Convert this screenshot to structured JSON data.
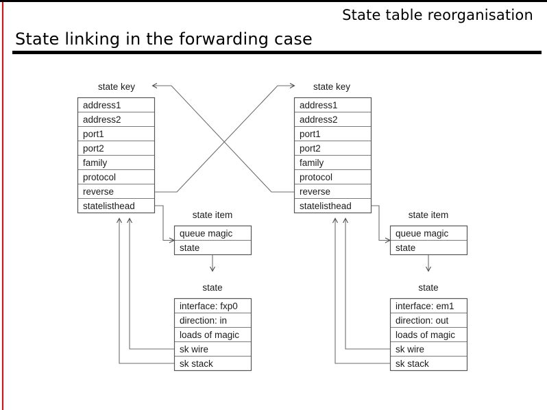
{
  "header": {
    "section_label": "State table reorganisation",
    "title": "State linking in the forwarding case"
  },
  "colors": {
    "accent_rule": "#ff0000",
    "title_rule": "#000000",
    "box_border": "#7a7a7a",
    "connector": "#6b6b6b",
    "text": "#1a1a1a",
    "background": "#ffffff"
  },
  "diagram": {
    "type": "structure-linking",
    "left": {
      "state_key": {
        "caption": "state key",
        "rows": [
          "address1",
          "address2",
          "port1",
          "port2",
          "family",
          "protocol",
          "reverse",
          "statelisthead"
        ]
      },
      "state_item": {
        "caption": "state item",
        "rows": [
          "queue magic",
          "state"
        ]
      },
      "state": {
        "caption": "state",
        "rows": [
          "interface: fxp0",
          "direction: in",
          "loads of magic",
          "sk wire",
          "sk stack"
        ]
      }
    },
    "right": {
      "state_key": {
        "caption": "state key",
        "rows": [
          "address1",
          "address2",
          "port1",
          "port2",
          "family",
          "protocol",
          "reverse",
          "statelisthead"
        ]
      },
      "state_item": {
        "caption": "state item",
        "rows": [
          "queue magic",
          "state"
        ]
      },
      "state": {
        "caption": "state",
        "rows": [
          "interface: em1",
          "direction: out",
          "loads of magic",
          "sk wire",
          "sk stack"
        ]
      }
    }
  }
}
